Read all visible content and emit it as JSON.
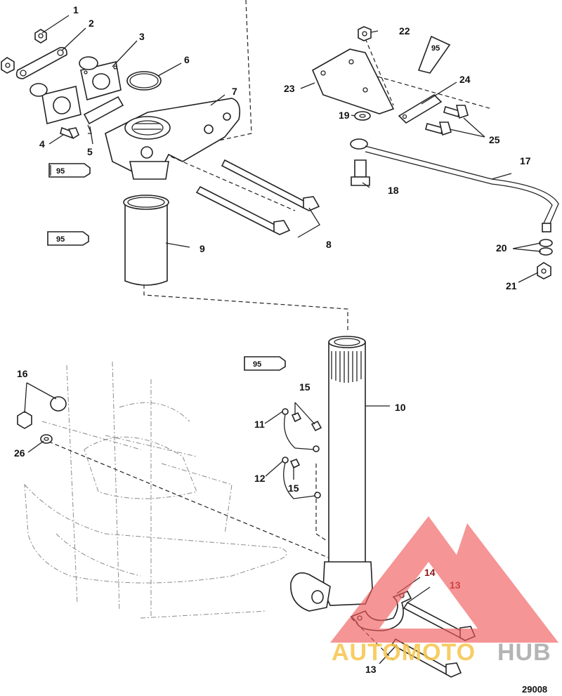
{
  "figure_id": "29008",
  "callouts": {
    "c1": "1",
    "c2": "2",
    "c3": "3",
    "c4": "4",
    "c5": "5",
    "c6": "6",
    "c7": "7",
    "c8": "8",
    "c9": "9",
    "c10": "10",
    "c11": "11",
    "c12": "12",
    "c13a": "13",
    "c13b": "13",
    "c14": "14",
    "c15a": "15",
    "c15b": "15",
    "c16": "16",
    "c17": "17",
    "c18": "18",
    "c19": "19",
    "c20": "20",
    "c21": "21",
    "c22": "22",
    "c23": "23",
    "c24": "24",
    "c25": "25",
    "c26": "26"
  },
  "lubricant_tubes": {
    "t1": "95",
    "t2": "95",
    "t3": "95",
    "t4": "95"
  },
  "watermark": {
    "part_a": "AUTOMOTO",
    "part_b": "HUB",
    "colors": {
      "triangle": "#f05a5a",
      "part_a": "#f6c54a",
      "part_b": "#a7a7a7"
    }
  }
}
